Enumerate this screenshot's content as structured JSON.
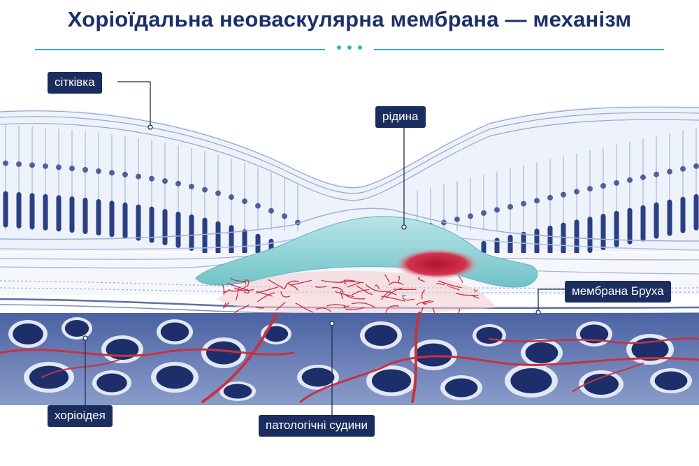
{
  "title": "Хоріоїдальна неоваскулярна мембрана — механізм",
  "labels": {
    "retina": "сітківка",
    "fluid": "рідина",
    "bruch": "мембрана Бруха",
    "choroid": "хоріоідея",
    "vessels": "патологічні судини"
  },
  "colors": {
    "title": "#1a3068",
    "accent": "#2fb3bd",
    "label_bg": "#1a2d5e",
    "photoreceptor": "#2b3f84",
    "fluid": "#8fd3d6",
    "hemorrhage": "#c21f3a",
    "vessel": "#c8323f",
    "choroid_dark": "#1c2f6b"
  }
}
